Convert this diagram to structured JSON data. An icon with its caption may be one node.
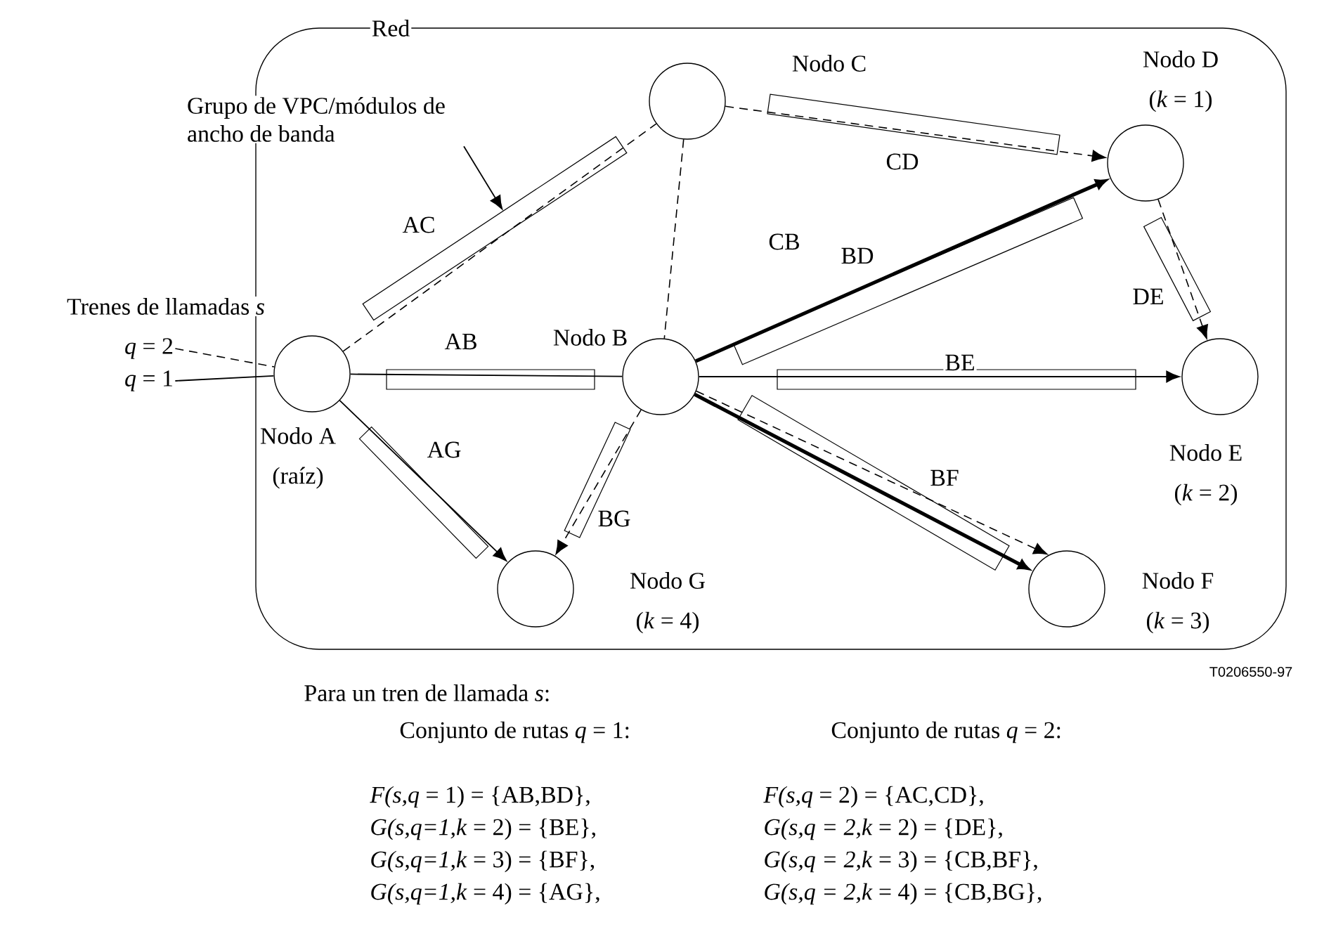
{
  "diagram": {
    "nodes": [
      {
        "text": [
          "Red"
        ]
      },
      {
        "text": [
          "Grupo de VPC/módulos de ancho de banda"
        ]
      },
      {
        "text": [],
        "shape": "circle",
        "in": 0,
        "beside": [
          "Nodo C"
        ]
      },
      {
        "text": [],
        "shape": "circle",
        "in": 0,
        "beside": [
          "Nodo D",
          "(*k* = 1)"
        ]
      },
      {
        "text": [
          "*q* = 2"
        ]
      },
      {
        "text": [
          "*q* = 1"
        ]
      },
      {
        "text": [],
        "shape": "circle",
        "in": 0,
        "beside": [
          "Nodo A",
          "(raíz)"
        ]
      },
      {
        "text": [],
        "shape": "circle",
        "in": 0,
        "beside": [
          "Nodo B"
        ]
      },
      {
        "text": [],
        "shape": "circle",
        "in": 0,
        "beside": [
          "Nodo E",
          "(*k* = 2)"
        ]
      },
      {
        "text": [],
        "shape": "circle",
        "in": 0,
        "beside": [
          "Nodo G",
          "(*k* = 4)"
        ]
      },
      {
        "text": [],
        "shape": "circle",
        "in": 0,
        "beside": [
          "Nodo F",
          "(*k* = 3)"
        ]
      }
    ],
    "edges": [
      {
        "from": 4,
        "to": 6,
        "arrow": "none",
        "style": "dashed"
      },
      {
        "from": 5,
        "to": 6,
        "arrow": "none"
      },
      {
        "from": 6,
        "to": 7,
        "arrow": "none",
        "label": "AB"
      },
      {
        "from": 7,
        "to": 3,
        "arrow": "to",
        "style": "thick",
        "label": "BD"
      },
      {
        "from": 7,
        "to": 8,
        "arrow": "to",
        "label": "BE"
      },
      {
        "from": 7,
        "to": 10,
        "arrow": "to",
        "style": "thick",
        "label": "BF"
      },
      {
        "from": 6,
        "to": 9,
        "arrow": "to",
        "label": "AG"
      },
      {
        "from": 6,
        "to": 2,
        "arrow": "none",
        "style": "dashed",
        "label": "AC"
      },
      {
        "from": 2,
        "to": 3,
        "arrow": "to",
        "style": "dashed",
        "label": "CD"
      },
      {
        "from": 3,
        "to": 8,
        "arrow": "to",
        "style": "dashed",
        "label": "DE"
      },
      {
        "from": 2,
        "to": 7,
        "arrow": "none",
        "style": "dashed",
        "label": "CB"
      },
      {
        "from": 7,
        "to": 10,
        "arrow": "to",
        "style": "dashed"
      },
      {
        "from": 7,
        "to": 9,
        "arrow": "to",
        "style": "dashed",
        "label": "BG"
      },
      {
        "from": 1,
        "to": null,
        "arrow": "to"
      }
    ],
    "labels": [
      "Trenes de llamadas *s*",
      "T0206550-97",
      "Para un tren de llamada *s*:",
      "Conjunto de rutas *q* = 1:",
      "Conjunto de rutas *q* = 2:",
      "*F(s,q* = 1) = {AB,BD},",
      "*F(s,q* = 2) = {AC,CD},",
      "*G(s,q=1,k* = 2) = {BE},",
      "*G(s,q = 2,k* = 2) = {DE},",
      "*G(s,q=1,k* = 3) = {BF},",
      "*G(s,q = 2,k* = 3) = {CB,BF},",
      "*G(s,q=1,k* = 4) = {AG},",
      "*G(s,q = 2,k* = 4) = {CB,BG},"
    ]
  }
}
